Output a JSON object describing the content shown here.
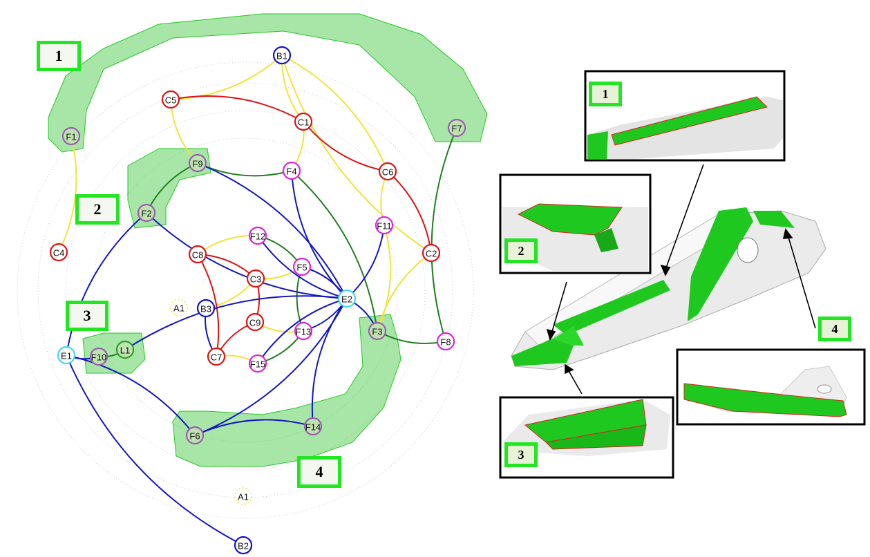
{
  "graph": {
    "nodes": [
      {
        "id": "B1",
        "label": "B1",
        "kind": "blue"
      },
      {
        "id": "C5",
        "label": "C5",
        "kind": "red"
      },
      {
        "id": "C1",
        "label": "C1",
        "kind": "red"
      },
      {
        "id": "F1",
        "label": "F1",
        "kind": "purple"
      },
      {
        "id": "F7",
        "label": "F7",
        "kind": "purple"
      },
      {
        "id": "F9",
        "label": "F9",
        "kind": "purple"
      },
      {
        "id": "F4",
        "label": "F4",
        "kind": "magenta"
      },
      {
        "id": "C6",
        "label": "C6",
        "kind": "red"
      },
      {
        "id": "F2",
        "label": "F2",
        "kind": "purple"
      },
      {
        "id": "F11",
        "label": "F11",
        "kind": "magenta"
      },
      {
        "id": "F12",
        "label": "F12",
        "kind": "magenta"
      },
      {
        "id": "C4",
        "label": "C4",
        "kind": "red"
      },
      {
        "id": "C8",
        "label": "C8",
        "kind": "red"
      },
      {
        "id": "F5",
        "label": "F5",
        "kind": "magenta"
      },
      {
        "id": "C2",
        "label": "C2",
        "kind": "red"
      },
      {
        "id": "C3",
        "label": "C3",
        "kind": "red"
      },
      {
        "id": "E2",
        "label": "E2",
        "kind": "cyan"
      },
      {
        "id": "A1a",
        "label": "A1",
        "kind": "yellow"
      },
      {
        "id": "B3",
        "label": "B3",
        "kind": "blue"
      },
      {
        "id": "C9",
        "label": "C9",
        "kind": "red"
      },
      {
        "id": "F13",
        "label": "F13",
        "kind": "magenta"
      },
      {
        "id": "F3",
        "label": "F3",
        "kind": "purple"
      },
      {
        "id": "F8",
        "label": "F8",
        "kind": "magenta"
      },
      {
        "id": "E1",
        "label": "E1",
        "kind": "cyan"
      },
      {
        "id": "F10",
        "label": "F10",
        "kind": "purple"
      },
      {
        "id": "L1",
        "label": "L1",
        "kind": "green"
      },
      {
        "id": "C7",
        "label": "C7",
        "kind": "red"
      },
      {
        "id": "F15",
        "label": "F15",
        "kind": "magenta"
      },
      {
        "id": "F6",
        "label": "F6",
        "kind": "purple"
      },
      {
        "id": "F14",
        "label": "F14",
        "kind": "purple"
      },
      {
        "id": "A1b",
        "label": "A1",
        "kind": "yellow"
      },
      {
        "id": "B2",
        "label": "B2",
        "kind": "blue"
      }
    ],
    "edges": [
      [
        "B1",
        "C5",
        "yellow"
      ],
      [
        "B1",
        "C1",
        "yellow"
      ],
      [
        "B1",
        "C6",
        "yellow"
      ],
      [
        "B1",
        "C2",
        "yellow"
      ],
      [
        "C5",
        "C1",
        "red"
      ],
      [
        "C5",
        "F9",
        "yellow"
      ],
      [
        "C1",
        "F4",
        "yellow"
      ],
      [
        "C1",
        "C6",
        "red"
      ],
      [
        "C6",
        "C2",
        "red"
      ],
      [
        "C6",
        "F11",
        "yellow"
      ],
      [
        "F11",
        "F3",
        "yellow"
      ],
      [
        "C2",
        "F3",
        "yellow"
      ],
      [
        "F1",
        "C4",
        "yellow"
      ],
      [
        "F7",
        "F8",
        "green"
      ],
      [
        "F8",
        "F3",
        "green"
      ],
      [
        "F9",
        "F4",
        "green"
      ],
      [
        "F4",
        "F3",
        "green"
      ],
      [
        "F9",
        "F2",
        "green"
      ],
      [
        "F12",
        "F5",
        "green"
      ],
      [
        "F5",
        "F13",
        "green"
      ],
      [
        "F13",
        "F15",
        "green"
      ],
      [
        "F12",
        "C8",
        "yellow"
      ],
      [
        "C8",
        "C3",
        "red"
      ],
      [
        "C3",
        "F5",
        "yellow"
      ],
      [
        "C3",
        "C9",
        "red"
      ],
      [
        "C9",
        "F13",
        "yellow"
      ],
      [
        "C3",
        "B3",
        "yellow"
      ],
      [
        "B3",
        "C7",
        "blue"
      ],
      [
        "C8",
        "C7",
        "red"
      ],
      [
        "C9",
        "C7",
        "red"
      ],
      [
        "C7",
        "F15",
        "yellow"
      ],
      [
        "F10",
        "L1",
        "green"
      ],
      [
        "F9",
        "E2",
        "blue"
      ],
      [
        "F4",
        "E2",
        "blue"
      ],
      [
        "F11",
        "E2",
        "blue"
      ],
      [
        "F12",
        "E2",
        "blue"
      ],
      [
        "F5",
        "E2",
        "blue"
      ],
      [
        "F13",
        "E2",
        "blue"
      ],
      [
        "F15",
        "E2",
        "blue"
      ],
      [
        "F3",
        "E2",
        "blue"
      ],
      [
        "F14",
        "E2",
        "blue"
      ],
      [
        "F6",
        "E2",
        "blue"
      ],
      [
        "L1",
        "E2",
        "blue"
      ],
      [
        "F2",
        "E2",
        "blue"
      ],
      [
        "E1",
        "F2",
        "blue"
      ],
      [
        "E1",
        "F10",
        "blue"
      ],
      [
        "E1",
        "F6",
        "blue"
      ],
      [
        "E1",
        "B2",
        "blue"
      ],
      [
        "F6",
        "F14",
        "blue"
      ]
    ],
    "kinds": {
      "blue": {
        "stroke": "#1010c8"
      },
      "red": {
        "stroke": "#e01010"
      },
      "purple": {
        "stroke": "#9a5cb0"
      },
      "magenta": {
        "stroke": "#e020e0"
      },
      "cyan": {
        "stroke": "#40d8f0"
      },
      "green": {
        "stroke": "#2aa02a"
      },
      "yellow": {
        "stroke": "#f0e040"
      }
    },
    "edge_colors": {
      "yellow": "#f2e33a",
      "red": "#e01010",
      "green": "#1f7f1f",
      "blue": "#1414c8"
    },
    "group_labels": [
      "1",
      "2",
      "3",
      "4"
    ]
  },
  "parts": {
    "main_labels": [
      "1",
      "2",
      "3",
      "4"
    ],
    "insets": [
      {
        "label": "1"
      },
      {
        "label": "2"
      },
      {
        "label": "3"
      },
      {
        "label": "4"
      }
    ]
  },
  "colors": {
    "highlight": "#22e622",
    "face_green": "#1ec81e",
    "face_gray": "#d8d8d8",
    "edge_red": "#e02020"
  }
}
